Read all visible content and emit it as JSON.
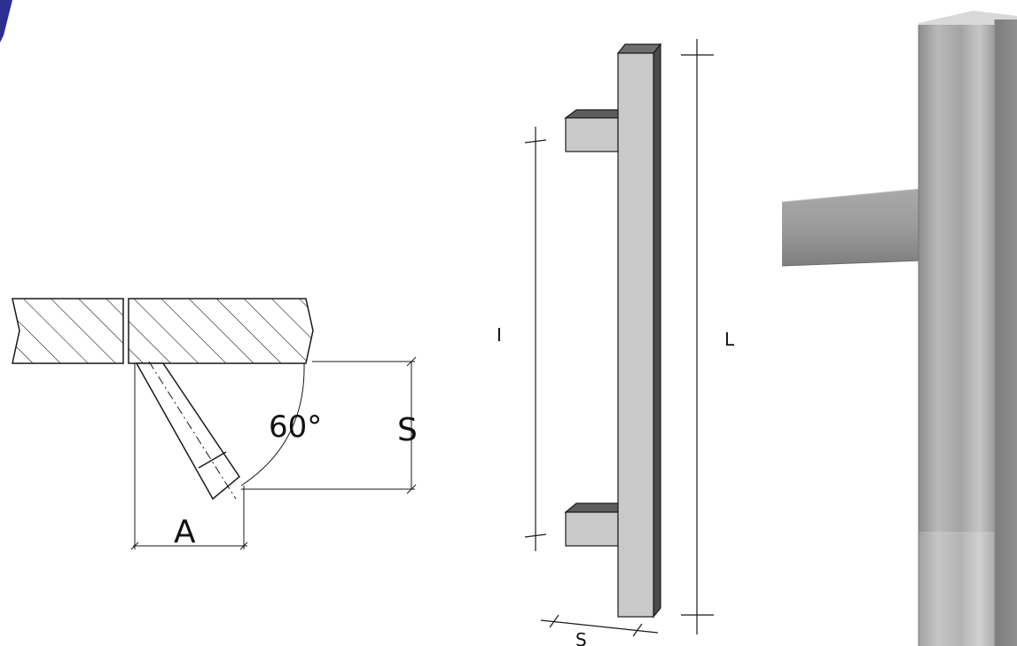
{
  "mount_detail": {
    "angle_label": "60°",
    "height_label": "S",
    "offset_label": "A"
  },
  "handle_drawing": {
    "center_distance_label": "I",
    "length_label": "L",
    "section_label": "S"
  },
  "colors": {
    "corner_accent": "#2b2f8f",
    "line": "#1a1a1a",
    "bar_front": "#c9c9c9",
    "bar_side": "#4a4a4a",
    "bar_top": "#6e6e6e",
    "photo_steel_light": "#cfcfcf",
    "photo_steel_dark": "#7c7c7c"
  }
}
